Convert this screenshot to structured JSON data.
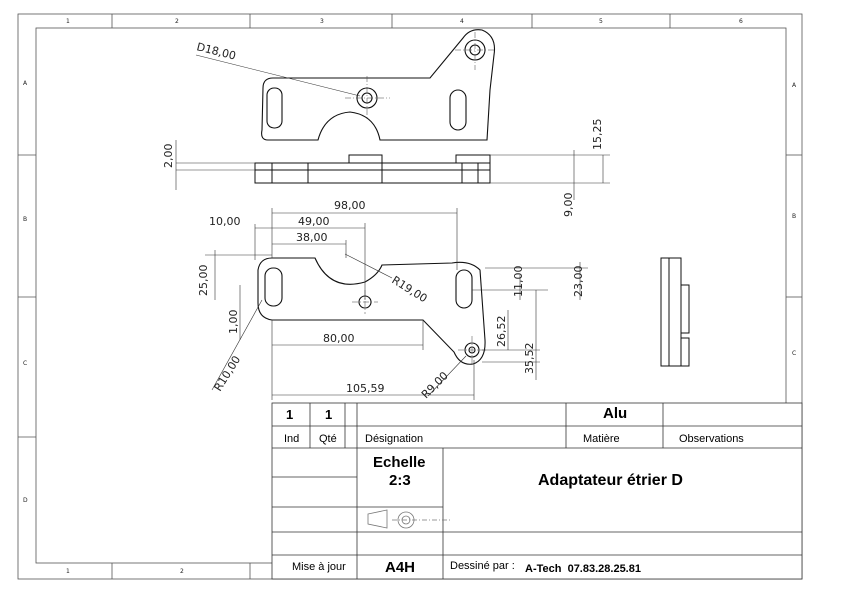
{
  "frame": {
    "top_columns": [
      "1",
      "2",
      "3",
      "4",
      "5",
      "6"
    ],
    "bottom_columns": [
      "1",
      "2"
    ],
    "left_rows": [
      "A",
      "B",
      "C",
      "D"
    ],
    "right_rows": [
      "A",
      "B",
      "C"
    ]
  },
  "dimensions": {
    "d18": "D18,00",
    "d1525": "15,25",
    "d200": "2,00",
    "d900": "9,00",
    "d9800": "98,00",
    "d1000": "10,00",
    "d4900": "49,00",
    "d3800": "38,00",
    "d2500": "25,00",
    "d100": "1,00",
    "r1900": "R19,00",
    "d1100": "11,00",
    "d2300": "23,00",
    "d2652": "26,52",
    "d3552": "35,52",
    "d8000": "80,00",
    "r1000": "R10,00",
    "r900": "R9,00",
    "d10559": "105,59"
  },
  "titleblock": {
    "ind_value": "1",
    "qty_value": "1",
    "material_value": "Alu",
    "col_ind": "Ind",
    "col_qty": "Qté",
    "col_designation": "Désignation",
    "col_material": "Matière",
    "col_observations": "Observations",
    "scale_label": "Echelle",
    "scale_value": "2:3",
    "part_name": "Adaptateur étrier D",
    "update_label": "Mise à jour",
    "format_value": "A4H",
    "drawn_by_label": "Dessiné par :",
    "drawn_by_value": "A-Tech  07.83.28.25.81"
  }
}
